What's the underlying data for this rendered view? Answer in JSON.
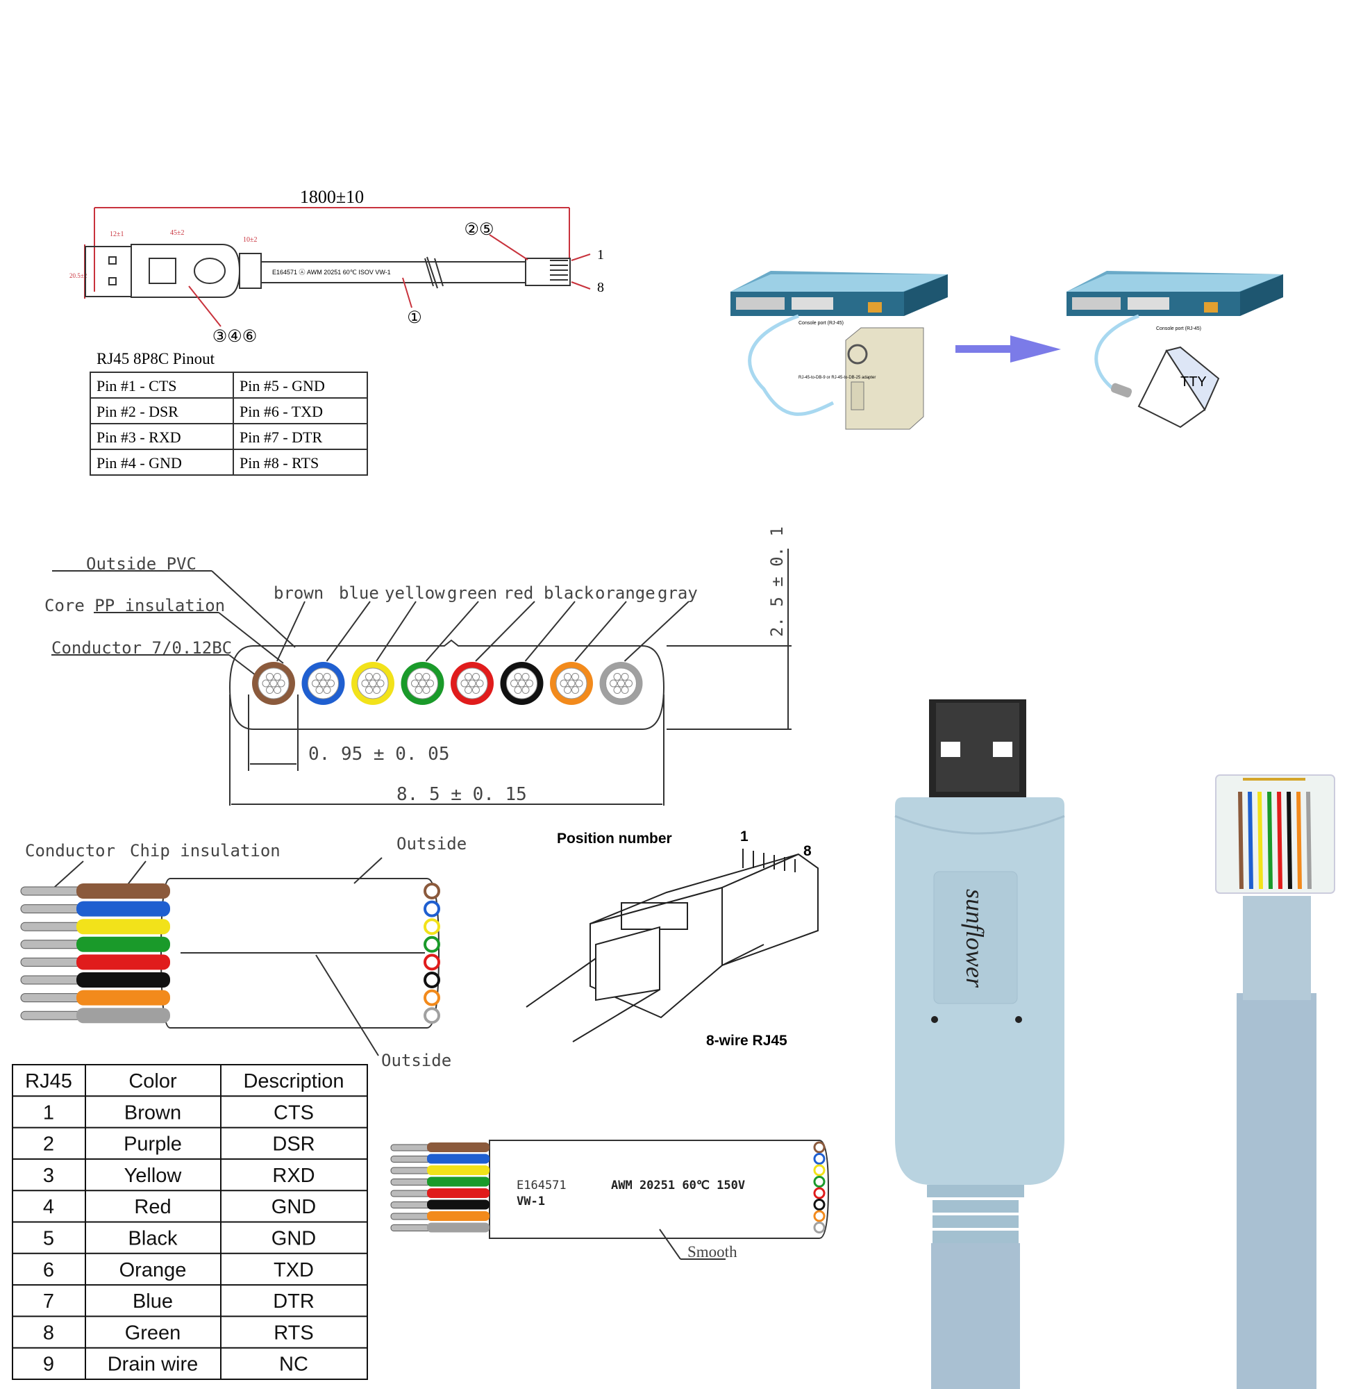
{
  "drawing": {
    "length": "1800±10",
    "dims": [
      "12±1",
      "45±2",
      "10±2",
      "20.5±2"
    ],
    "callouts": [
      "②⑤",
      "①",
      "③④⑥",
      "1",
      "8"
    ],
    "cable_print": "E164571 ㉦ AWM 20251 60℃ ISOV VW-1"
  },
  "pinout": {
    "title": "RJ45 8P8C Pinout",
    "rows": [
      [
        "Pin #1 -  CTS",
        "Pin #5 - GND"
      ],
      [
        "Pin #2 - DSR",
        "Pin #6 - TXD"
      ],
      [
        "Pin #3 - RXD",
        "Pin #7 - DTR"
      ],
      [
        "Pin #4 - GND",
        "Pin #8 - RTS"
      ]
    ]
  },
  "network": {
    "console_port": "Console port\n(RJ-45)",
    "adapter": "RJ-45-to-DB-9 or RJ-45-to-DB-25 adapter",
    "tty": "TTY",
    "arrow_color": "#7b7be8",
    "cable_color": "#a8d8f0"
  },
  "cross_section": {
    "labels": {
      "outside_pvc": "Outside PVC",
      "core": "Core PP insulation",
      "conductor": "Conductor 7/0.12BC"
    },
    "wires": [
      {
        "name": "brown",
        "color": "#8b5a3c"
      },
      {
        "name": "blue",
        "color": "#1f5fd0"
      },
      {
        "name": "yellow",
        "color": "#f2e21a"
      },
      {
        "name": "green",
        "color": "#1a9a2a"
      },
      {
        "name": "red",
        "color": "#e01c1c"
      },
      {
        "name": "black",
        "color": "#111111"
      },
      {
        "name": "orange",
        "color": "#f28a1c"
      },
      {
        "name": "gray",
        "color": "#a0a0a0"
      }
    ],
    "dims": {
      "pitch": "0. 95 ± 0. 05",
      "width": "8. 5 ± 0. 15",
      "height": "2. 5 ± 0. 1"
    }
  },
  "ribbon": {
    "conductor": "Conductor",
    "chip": "Chip insulation",
    "outside_top": "Outside",
    "outside_bottom": "Outside"
  },
  "rj45_sketch": {
    "position": "Position number",
    "pin1": "1",
    "pin8": "8",
    "caption": "8-wire RJ45"
  },
  "color_table": {
    "headers": [
      "RJ45",
      "Color",
      "Description"
    ],
    "rows": [
      [
        "1",
        "Brown",
        "CTS"
      ],
      [
        "2",
        "Purple",
        "DSR"
      ],
      [
        "3",
        "Yellow",
        "RXD"
      ],
      [
        "4",
        "Red",
        "GND"
      ],
      [
        "5",
        "Black",
        "GND"
      ],
      [
        "6",
        "Orange",
        "TXD"
      ],
      [
        "7",
        "Blue",
        "DTR"
      ],
      [
        "8",
        "Green",
        "RTS"
      ],
      [
        "9",
        "Drain wire",
        "NC"
      ]
    ]
  },
  "flat_cable": {
    "line1": "E164571",
    "line2": "AWM  20251  60℃  150V",
    "line3": "VW-1",
    "smooth": "Smooth"
  },
  "product": {
    "brand": "sunflower",
    "body_color": "#b9d3e0",
    "cable_color": "#a9c0d2"
  }
}
